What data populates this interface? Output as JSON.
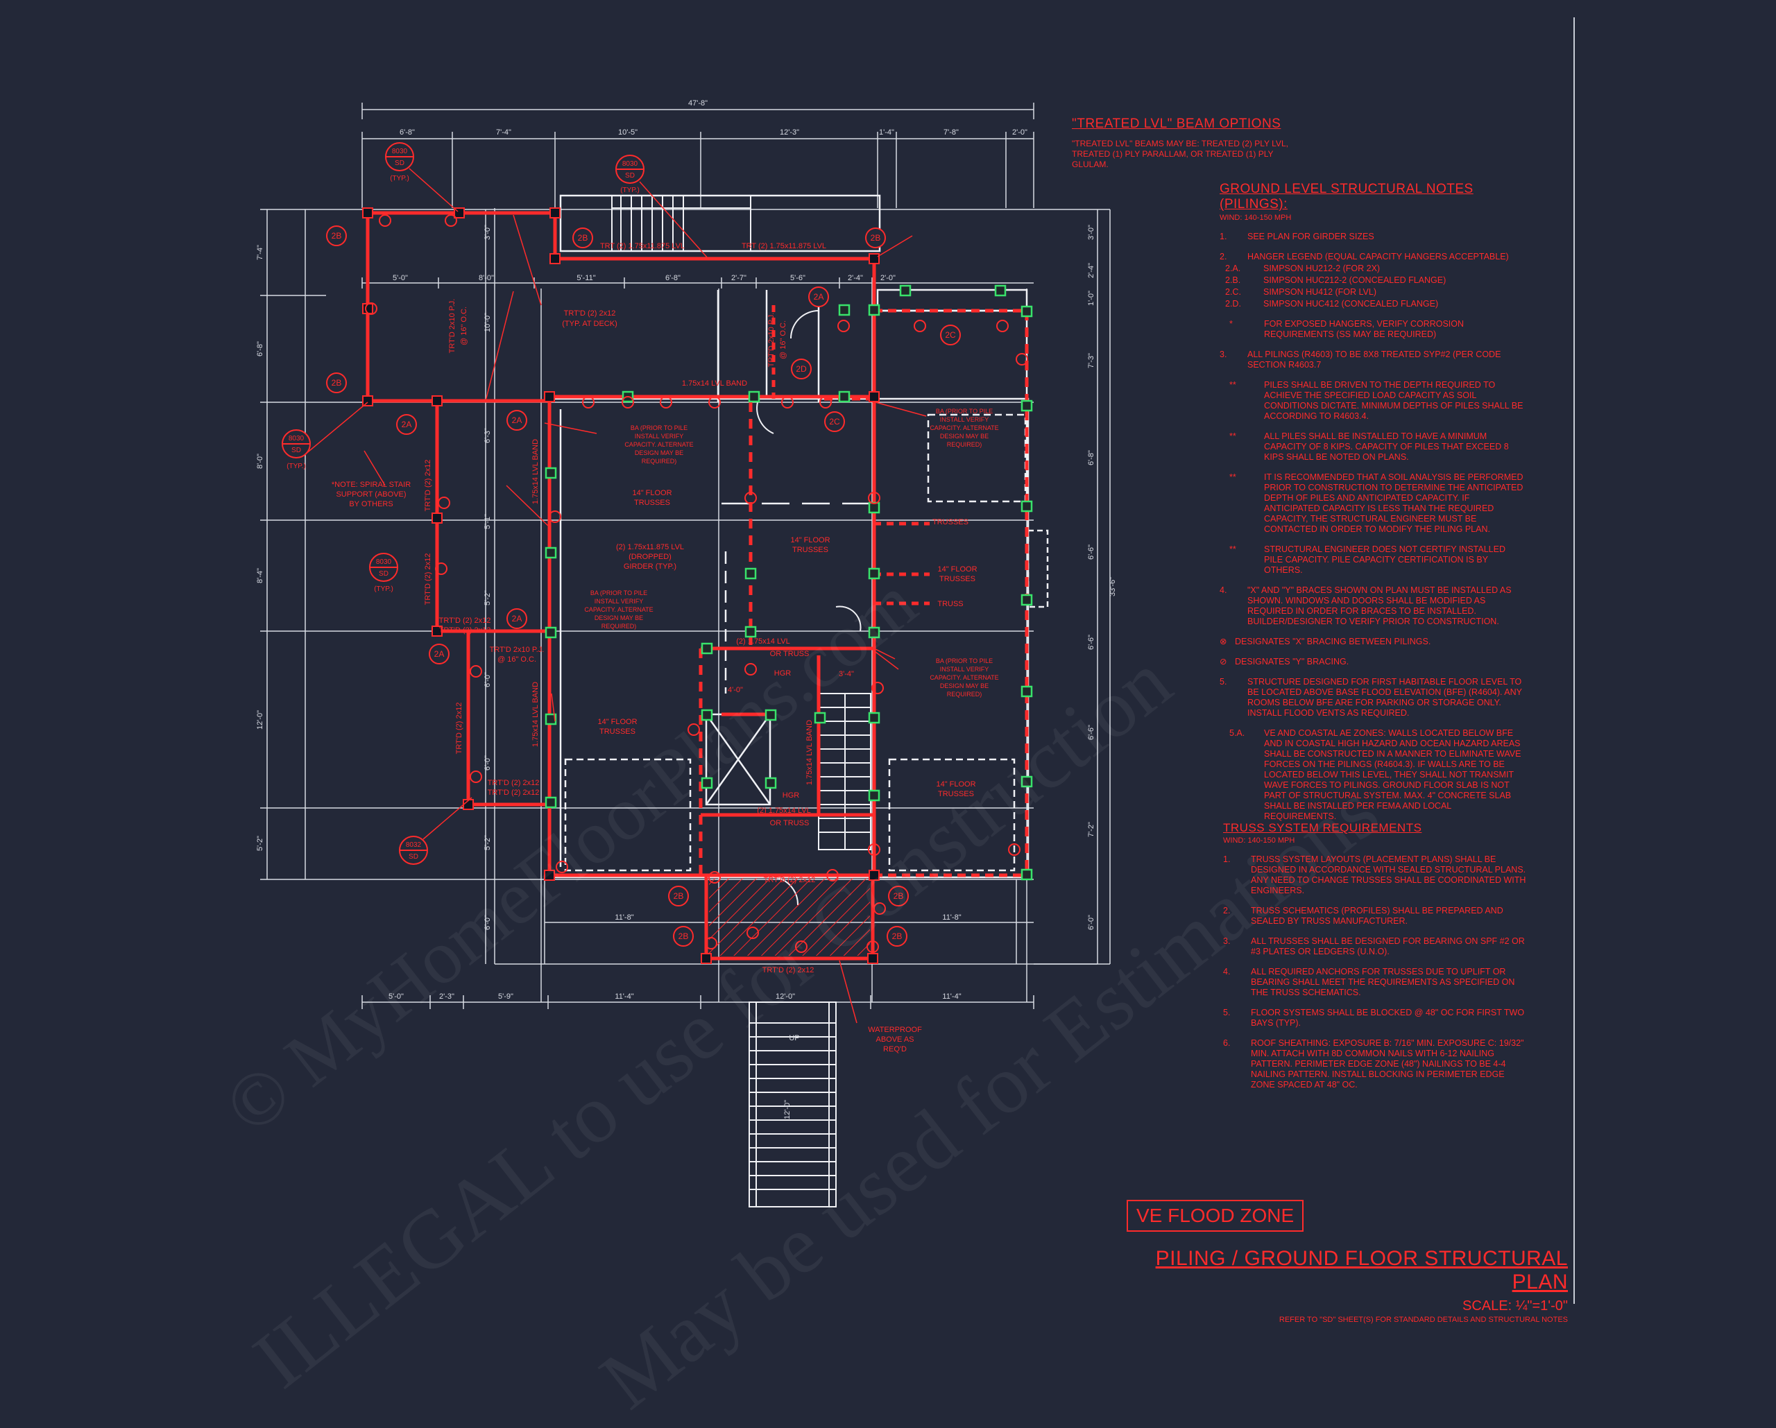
{
  "beam_options": {
    "title": "\"TREATED LVL\" BEAM OPTIONS",
    "text": "\"TREATED LVL\" BEAMS MAY BE: TREATED (2) PLY LVL, TREATED (1) PLY PARALLAM, OR TREATED (1) PLY GLULAM."
  },
  "ground_notes": {
    "title": "GROUND LEVEL STRUCTURAL NOTES (PILINGS):",
    "wind": "WIND: 140-150 MPH",
    "items": [
      {
        "num": "1.",
        "text": "SEE PLAN FOR GIRDER SIZES",
        "kind": "main"
      },
      {
        "num": "2.",
        "text": "HANGER LEGEND (EQUAL CAPACITY HANGERS ACCEPTABLE)",
        "kind": "main-tight"
      },
      {
        "num": "2.A.",
        "text": "SIMPSON HU212-2 (FOR 2X)",
        "kind": "sub"
      },
      {
        "num": "2.B.",
        "text": "SIMPSON HUC212-2 (CONCEALED FLANGE)",
        "kind": "sub"
      },
      {
        "num": "2.C.",
        "text": "SIMPSON HU412 (FOR LVL)",
        "kind": "sub"
      },
      {
        "num": "2.D.",
        "text": "SIMPSON HUC412 (CONCEALED FLANGE)",
        "kind": "sub-last"
      },
      {
        "num": "*",
        "text": "FOR EXPOSED HANGERS, VERIFY CORROSION REQUIREMENTS (SS MAY BE REQUIRED)",
        "kind": "bullet"
      },
      {
        "num": "3.",
        "text": "ALL PILINGS (R4603) TO BE 8X8 TREATED SYP#2 (PER CODE SECTION R4603.7",
        "kind": "main"
      },
      {
        "num": "**",
        "text": "PILES SHALL BE DRIVEN TO THE DEPTH REQUIRED TO ACHIEVE THE SPECIFIED LOAD CAPACITY AS SOIL CONDITIONS DICTATE. MINIMUM DEPTHS OF PILES SHALL BE ACCORDING TO R4603.4.",
        "kind": "bullet"
      },
      {
        "num": "**",
        "text": "ALL PILES SHALL BE INSTALLED TO HAVE A MINIMUM CAPACITY OF 8 KIPS. CAPACITY OF PILES THAT EXCEED 8 KIPS SHALL BE NOTED ON PLANS.",
        "kind": "bullet"
      },
      {
        "num": "**",
        "text": "IT IS RECOMMENDED THAT A SOIL ANALYSIS BE PERFORMED PRIOR TO CONSTRUCTION TO DETERMINE THE ANTICIPATED DEPTH OF PILES AND ANTICIPATED CAPACITY. IF ANTICIPATED CAPACITY IS LESS THAN THE REQUIRED CAPACITY, THE STRUCTURAL ENGINEER MUST BE CONTACTED IN ORDER TO MODIFY THE PILING PLAN.",
        "kind": "bullet"
      },
      {
        "num": "**",
        "text": "STRUCTURAL ENGINEER DOES NOT CERTIFY INSTALLED PILE CAPACITY. PILE CAPACITY CERTIFICATION IS BY OTHERS.",
        "kind": "bullet"
      },
      {
        "num": "4.",
        "text": "\"X\" AND \"Y\" BRACES SHOWN ON PLAN MUST BE INSTALLED AS SHOWN. WINDOWS AND DOORS SHALL BE MODIFIED AS REQUIRED IN ORDER FOR BRACES TO BE INSTALLED. BUILDER/DESIGNER TO VERIFY PRIOR TO CONSTRUCTION.",
        "kind": "main"
      },
      {
        "num": "⊗",
        "text": "DESIGNATES \"X\" BRACING BETWEEN PILINGS.",
        "kind": "sym"
      },
      {
        "num": "⊘",
        "text": "DESIGNATES \"Y\" BRACING.",
        "kind": "sym"
      },
      {
        "num": "5.",
        "text": "STRUCTURE DESIGNED FOR FIRST HABITABLE FLOOR LEVEL TO BE LOCATED ABOVE BASE FLOOD ELEVATION (BFE) (R4604). ANY ROOMS BELOW BFE ARE FOR PARKING OR STORAGE ONLY. INSTALL FLOOD VENTS AS REQUIRED.",
        "kind": "main"
      },
      {
        "num": "5.A.",
        "text": "VE AND COASTAL AE ZONES: WALLS LOCATED BELOW BFE AND IN COASTAL HIGH HAZARD AND OCEAN HAZARD AREAS SHALL BE CONSTRUCTED IN A MANNER TO ELIMINATE WAVE FORCES ON THE PILINGS (R4604.3). IF WALLS ARE TO BE LOCATED BELOW THIS LEVEL, THEY SHALL NOT TRANSMIT WAVE FORCES TO PILINGS. GROUND FLOOR SLAB IS NOT PART OF STRUCTURAL SYSTEM. MAX. 4\" CONCRETE SLAB SHALL BE INSTALLED PER FEMA AND LOCAL REQUIREMENTS.",
        "kind": "bullet"
      }
    ]
  },
  "truss_notes": {
    "title": "TRUSS SYSTEM REQUIREMENTS",
    "wind": "WIND: 140-150 MPH",
    "items": [
      {
        "num": "1.",
        "text": "TRUSS SYSTEM LAYOUTS (PLACEMENT PLANS) SHALL BE DESIGNED IN ACCORDANCE WITH SEALED STRUCTURAL PLANS. ANY NEED TO CHANGE TRUSSES SHALL BE COORDINATED WITH ENGINEERS."
      },
      {
        "num": "2.",
        "text": "TRUSS SCHEMATICS (PROFILES) SHALL BE PREPARED AND SEALED BY TRUSS MANUFACTURER."
      },
      {
        "num": "3.",
        "text": "ALL TRUSSES SHALL BE DESIGNED FOR BEARING ON SPF #2 OR #3 PLATES OR LEDGERS (U.N.O)."
      },
      {
        "num": "4.",
        "text": "ALL REQUIRED ANCHORS FOR TRUSSES DUE TO UPLIFT OR BEARING SHALL MEET THE REQUIREMENTS AS SPECIFIED ON THE TRUSS SCHEMATICS."
      },
      {
        "num": "5.",
        "text": "FLOOR SYSTEMS SHALL BE BLOCKED @ 48\" OC FOR FIRST TWO BAYS (TYP)."
      },
      {
        "num": "6.",
        "text": "ROOF SHEATHING: EXPOSURE B: 7/16\" MIN. EXPOSURE C: 19/32\" MIN. ATTACH WITH 8d COMMON NAILS WITH 6-12 NAILING PATTERN. PERIMETER EDGE ZONE (48\") NAILINGS TO BE 4-4 NAILING PATTERN. INSTALL BLOCKING IN PERIMETER EDGE ZONE SPACED AT 48\" OC."
      }
    ]
  },
  "title_block": {
    "zone": "VE FLOOD ZONE",
    "plan_title": "PILING / GROUND FLOOR STRUCTURAL PLAN",
    "scale": "SCALE: ¼\"=1'-0\"",
    "refer": "REFER TO \"SD\" SHEET(S) FOR STANDARD DETAILS AND STRUCTURAL NOTES"
  },
  "watermark": {
    "line1": "© MyHomeFloorPlans.com",
    "line2": "ILLEGAL to use for Construction",
    "line3": "May be used for Estimations"
  },
  "dims": {
    "top_overall": "47'-8\"",
    "top": [
      "6'-8\"",
      "7'-4\"",
      "10'-5\"",
      "12'-3\"",
      "1'-4\"",
      "7'-8\"",
      "2'-0\""
    ],
    "second": [
      "5'-0\"",
      "8'-0\"",
      "5'-11\"",
      "6'-8\"",
      "2'-7\"",
      "5'-6\"",
      "2'-4\"",
      "2'-0\""
    ],
    "bottom": [
      "5'-0\"",
      "2'-3\"",
      "5'-9\"",
      "11'-4\"",
      "12'-0\"",
      "11'-4\""
    ],
    "bottom_inner": [
      "11'-8\"",
      "11'-8\""
    ],
    "left": [
      "7'-4\"",
      "6'-8\"",
      "8'-0\"",
      "8'-4\"",
      "12'-0\"",
      "5'-2\""
    ],
    "left_inner": [
      "3'-0\"",
      "10'-0\"",
      "6'-3\"",
      "5'-1\"",
      "5'-2\"",
      "6'-0\"",
      "6'-0\"",
      "5'-2\"",
      "6'-0\""
    ],
    "right_outer": "33'-6\"",
    "right": [
      "3'-0\"",
      "2'-4\"",
      "1'-0\"",
      "7'-3\"",
      "6'-8\"",
      "6'-6\"",
      "6'-6\"",
      "6'-6\"",
      "7'-2\"",
      "6'-0\""
    ]
  },
  "labels": {
    "ref_8030_a": "8030",
    "sd": "SD",
    "typ": "(TYP.)",
    "ref_8032": "8032",
    "h2a": "2A",
    "h2b": "2B",
    "h2c": "2C",
    "h2d": "2D",
    "trt_lvl_1": "TRT (2) 1.75x11.875 LVL",
    "trt_lvl_2": "TRT (2) 1.75x11.875 LVL",
    "trtd_2x12_deck": "TRT'D (2) 2x12",
    "typ_at_deck": "(TYP. AT DECK)",
    "trtd_2x10_pj": "TRT'D 2x10 P.J.",
    "at_16oc": "@ 16\" O.C.",
    "lvl_band": "1.75x14 LVL BAND",
    "lvl_band_v": "1.75x14 LVL BAND",
    "floor_trusses_1": "14\" FLOOR",
    "trusses": "TRUSSES",
    "note_spiral_1": "*NOTE: SPIRAL STAIR",
    "note_spiral_2": "SUPPORT (ABOVE)",
    "note_spiral_3": "BY OTHERS",
    "ba_prior_1": "BA (PRIOR TO PILE",
    "ba_prior_2": "INSTALL VERIFY",
    "ba_prior_3": "CAPACITY. ALTERNATE",
    "ba_prior_4": "DESIGN MAY BE",
    "ba_prior_5": "REQUIRED)",
    "dropped_1": "(2) 1.75x11.875 LVL",
    "dropped_2": "(DROPPED)",
    "dropped_3": "GIRDER (TYP.)",
    "truss": "TRUSS",
    "or_truss": "OR TRUSS",
    "lvl_band_2": "(2) 1.75x14 LVL",
    "hgr": "HGR",
    "dim_4_0": "4'-0\"",
    "dim_3_4": "3'-4\"",
    "trtd_2x12": "TRT'D (2) 2x12",
    "trtd_2x10": "TRT'D 2x10 P.J.",
    "trtd_2x12_b": "TRT'D (2) 2x12",
    "waterproof_1": "WATERPROOF",
    "waterproof_2": "ABOVE AS",
    "waterproof_3": "REQ'D",
    "up": "UP",
    "dim_12_0": "12'-0\""
  }
}
